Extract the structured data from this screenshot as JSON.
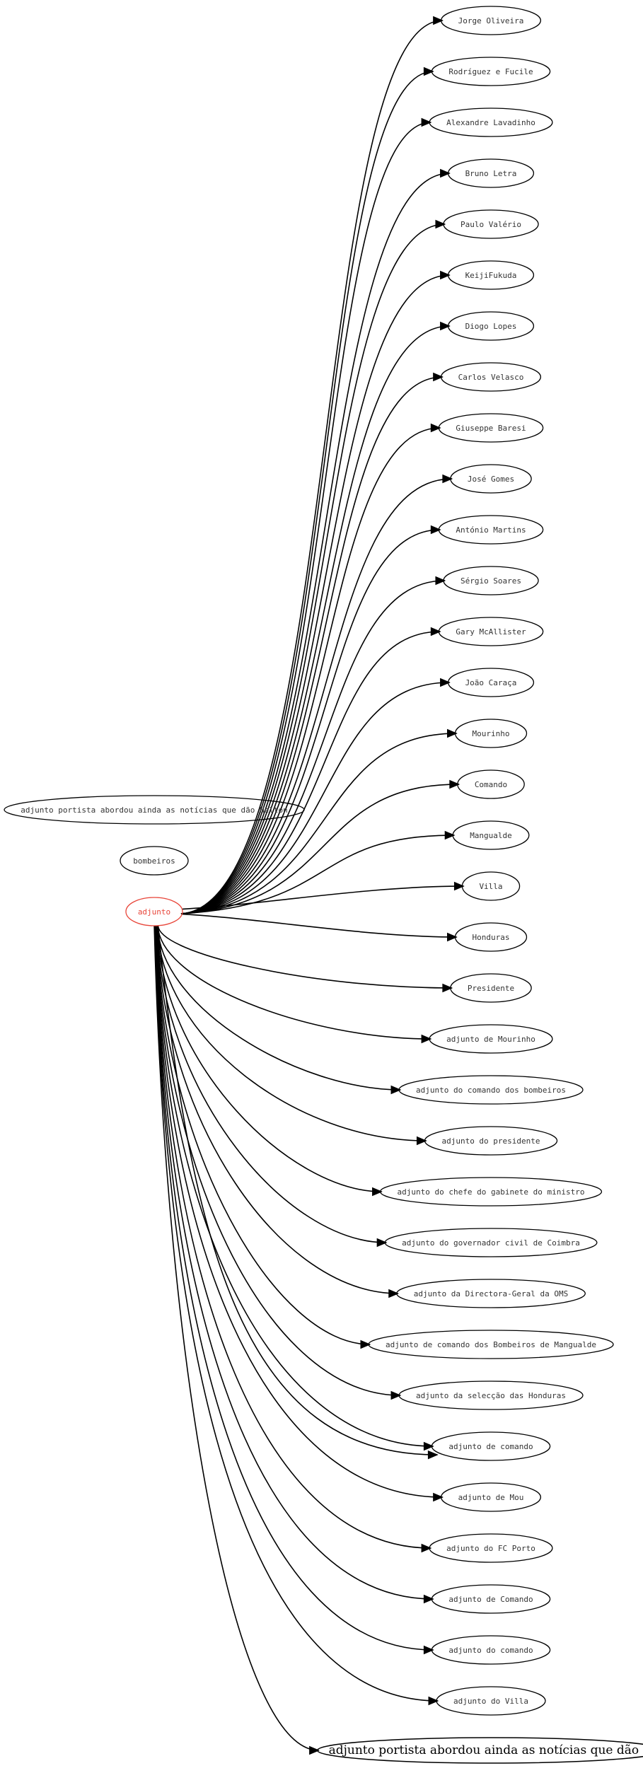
{
  "graph": {
    "root": "adjunto",
    "isolated_nodes": [
      "adjunto portista abordou ainda as notícias que dão Helton",
      "bombeiros"
    ],
    "target_nodes": [
      "Jorge Oliveira",
      "Rodríguez e Fucile",
      "Alexandre Lavadinho",
      "Bruno Letra",
      "Paulo Valério",
      "KeijiFukuda",
      "Diogo Lopes",
      "Carlos Velasco",
      "Giuseppe Baresi",
      "José Gomes",
      "António Martins",
      "Sérgio Soares",
      "Gary McAllister",
      "João Caraça",
      "Mourinho",
      "Comando",
      "Mangualde",
      "Villa",
      "Honduras",
      "Presidente",
      "adjunto de Mourinho",
      "adjunto do comando dos bombeiros",
      "adjunto do presidente",
      "adjunto do chefe do gabinete do ministro",
      "adjunto do governador civil de Coimbra",
      "adjunto da Directora-Geral da OMS",
      "adjunto de comando dos Bombeiros de Mangualde",
      "adjunto da selecção das Honduras",
      "adjunto de comando",
      "adjunto de Mou",
      "adjunto do FC Porto",
      "adjunto de Comando",
      "adjunto do comando",
      "adjunto do Villa",
      "adjunto portista abordou ainda as notícias que dão H"
    ],
    "double_edge_targets": [
      "adjunto de comando"
    ],
    "colors": {
      "root": "#e8463a",
      "stroke": "#000000",
      "text": "#333333"
    }
  }
}
